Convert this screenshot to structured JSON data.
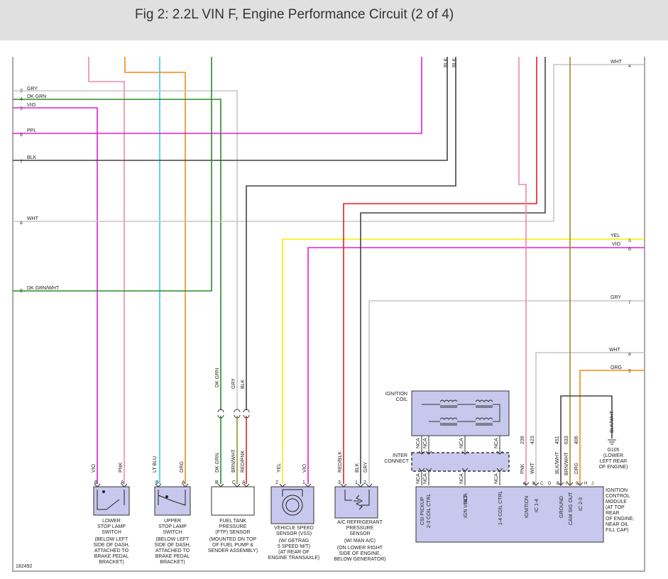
{
  "page": {
    "title": "Fig 2: 2.2L VIN F, Engine Performance Circuit (2 of 4)"
  },
  "figure_number": "182492",
  "colors": {
    "pink": "#ee88aa",
    "orange": "#f08a1e",
    "cyan": "#33ccee",
    "green": "#2a8a2a",
    "gray": "#c6c6c6",
    "magenta": "#e020d0",
    "black": "#444444",
    "red": "#dd2222",
    "yellow": "#f4f000",
    "olive": "#a08a2a",
    "component_fill": "#c8c8ee"
  },
  "left_connector": {
    "pins": [
      {
        "num": "3",
        "color": "GRY"
      },
      {
        "num": "4",
        "color": "DK GRN"
      },
      {
        "num": "5",
        "color": "VIO"
      },
      {
        "num": "6",
        "color": "PPL"
      },
      {
        "num": "7",
        "color": "BLK"
      },
      {
        "num": "8",
        "color": "WHT"
      },
      {
        "num": "9",
        "color": "DK GRN/WHT"
      }
    ]
  },
  "right_connector": {
    "pins": [
      {
        "num": "4",
        "color": "WHT"
      },
      {
        "num": "5",
        "color": "YEL"
      },
      {
        "num": "6",
        "color": "VIO"
      },
      {
        "num": "7",
        "color": "GRY"
      },
      {
        "num": "8",
        "color": "WHT"
      },
      {
        "num": "9",
        "color": "ORG"
      }
    ]
  },
  "top_labels": {
    "blk_a": "BLK",
    "blk_b": "BLK"
  },
  "components": {
    "lower_stop": {
      "lines": [
        "LOWER",
        "STOP LAMP",
        "SWITCH",
        "(BELOW LEFT",
        "SIDE OF DASH,",
        "ATTACHED TO",
        "BRAKE PEDAL",
        "BRACKET)"
      ],
      "pins": [
        {
          "pin": "B",
          "wire": "VIO"
        },
        {
          "pin": "A",
          "wire": "PNK"
        }
      ]
    },
    "upper_stop": {
      "lines": [
        "UPPER",
        "STOP LAMP",
        "SWITCH",
        "(BELOW LEFT",
        "SIDE OF DASH,",
        "ATTACHED TO",
        "BRAKE PEDAL",
        "BRACKET)"
      ],
      "pins": [
        {
          "pin": "B",
          "wire": "LT BLU"
        },
        {
          "pin": "A",
          "wire": "ORG"
        }
      ]
    },
    "ftp": {
      "lines": [
        "FUEL TANK",
        "PRESSURE",
        "(FTP) SENSOR",
        "(MOUNTED ON TOP",
        "OF FUEL PUMP &",
        "SENDER ASSEMBLY)"
      ],
      "pins": [
        {
          "pin": "B",
          "wire": "DK GRN"
        },
        {
          "pin": "C",
          "wire": "BRN/WHT"
        },
        {
          "pin": "A",
          "wire": "RED/PNK"
        }
      ],
      "upper_wires": [
        "DK GRN",
        "GRY",
        "BLK"
      ]
    },
    "vss": {
      "lines": [
        "VEHICLE SPEED",
        "SENSOR (VSS)",
        "(W/ GETRAG",
        "5 SPEED M/T)",
        "(AT REAR OF",
        "ENGINE TRANSAXLE)"
      ],
      "pins": [
        {
          "pin": "2",
          "wire": "YEL"
        },
        {
          "pin": "1",
          "wire": "VIO"
        }
      ]
    },
    "ac": {
      "lines": [
        "A/C REFRIGERANT",
        "PRESSURE",
        "SENSOR",
        "(W/ MAN A/C)",
        "(ON LOWER RIGHT",
        "SIDE OF ENGINE,",
        "BELOW GENERATOR)"
      ],
      "pins": [
        {
          "pin": "3",
          "wire": "RED/BLK"
        },
        {
          "pin": "1",
          "wire": "BLK"
        },
        {
          "pin": "2",
          "wire": "GRY"
        }
      ]
    },
    "ignition_coil": {
      "lines": [
        "IGNITION",
        "COIL"
      ]
    },
    "interconnect": {
      "lines": [
        "INTER",
        "CONNECT"
      ],
      "pins": [
        "NCA",
        "NCA",
        "NCA",
        "NCA",
        "NCA"
      ],
      "coil_pins": [
        "NCA",
        "NCA",
        "NCA",
        "NCA",
        "NCA"
      ]
    },
    "icm": {
      "lines": [
        "IGNITION",
        "CONTROL",
        "MODULE",
        "(AT TOP",
        "REAR",
        "OF ENGINE,",
        "NEAR OIL",
        "FILL CAP)"
      ],
      "internal_labels": [
        "CSI PICKUP",
        "2-3 COIL CTRL",
        "IGN VOLT",
        "1-4 COIL CTRL",
        "IGNITION",
        "IC 1-4",
        "GROUND",
        "CAM SIG OUT",
        "IC 2-3"
      ],
      "lower_nca": [
        "NCA",
        "NCA",
        "NCA"
      ],
      "pins": [
        {
          "pin": "A",
          "wire": "PNK",
          "circuit": "239"
        },
        {
          "pin": "B",
          "wire": "WHT",
          "circuit": "423"
        },
        {
          "pin": "C",
          "wire": "",
          "circuit": ""
        },
        {
          "pin": "D",
          "wire": "",
          "circuit": ""
        },
        {
          "pin": "E",
          "wire": "BLK/WHT",
          "circuit": "451"
        },
        {
          "pin": "F",
          "wire": "BRN/WHT",
          "circuit": "633"
        },
        {
          "pin": "G",
          "wire": "ORG",
          "circuit": "406"
        },
        {
          "pin": "H",
          "wire": "",
          "circuit": ""
        },
        {
          "pin": "J",
          "wire": "",
          "circuit": ""
        }
      ]
    },
    "ground": {
      "wire": "BLK/WHT",
      "lines": [
        "G105",
        "(LOWER",
        "LEFT REAR",
        "OF ENGINE)"
      ]
    }
  }
}
